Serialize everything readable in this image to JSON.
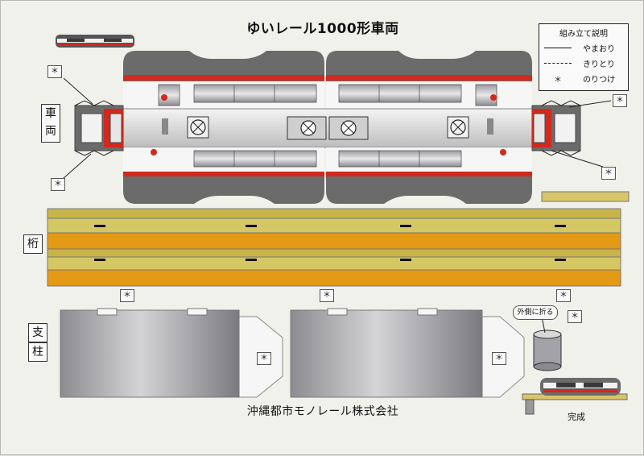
{
  "title": "ゆいレール1000形車両",
  "legend": {
    "heading": "組み立て説明",
    "rows": [
      {
        "line": "solid",
        "label": "やまおり"
      },
      {
        "line": "dashed",
        "label": "きりとり"
      },
      {
        "line": "star",
        "symbol": "＊",
        "label": "のりつけ"
      }
    ]
  },
  "sections": {
    "car": "車両",
    "girder_1": "桁",
    "pillar_1": "支",
    "pillar_2": "柱"
  },
  "glue_mark": "＊",
  "fold_note": "外側に折る",
  "company": "沖縄都市モノレール株式会社",
  "complete_label": "完成",
  "colors": {
    "train_red": "#d3281e",
    "train_gray": "#6b6b6b",
    "girder_orange": "#e49a14",
    "girder_olive": "#c9b44a"
  }
}
